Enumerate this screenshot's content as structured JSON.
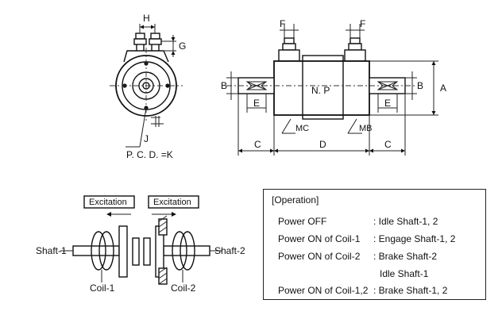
{
  "top_view": {
    "labels": {
      "H": "H",
      "G": "G",
      "J": "J",
      "pcd": "P. C. D. =K"
    }
  },
  "side_view": {
    "labels": {
      "F_left": "F",
      "F_right": "F",
      "A": "A",
      "B_left": "B",
      "B_right": "B",
      "E_left": "E",
      "E_right": "E",
      "NP": "N. P",
      "MC": "MC",
      "MB": "MB",
      "C_left": "C",
      "D": "D",
      "C_right": "C"
    }
  },
  "schematic": {
    "excitation_left": "Excitation",
    "excitation_right": "Excitation",
    "shaft_1": "Shaft-1",
    "shaft_2": "Shaft-2",
    "coil_1": "Coil-1",
    "coil_2": "Coil-2"
  },
  "operation": {
    "title": "[Operation]",
    "rows": [
      {
        "condition": "Power OFF",
        "result": ": Idle Shaft-1, 2"
      },
      {
        "condition": "Power ON of Coil-1",
        "result": ": Engage Shaft-1, 2"
      },
      {
        "condition": "Power ON of Coil-2",
        "result": ": Brake Shaft-2"
      },
      {
        "condition": "",
        "result": "Idle Shaft-1"
      },
      {
        "condition": "Power ON of Coil-1,2",
        "result": ": Brake Shaft-1, 2"
      }
    ]
  }
}
